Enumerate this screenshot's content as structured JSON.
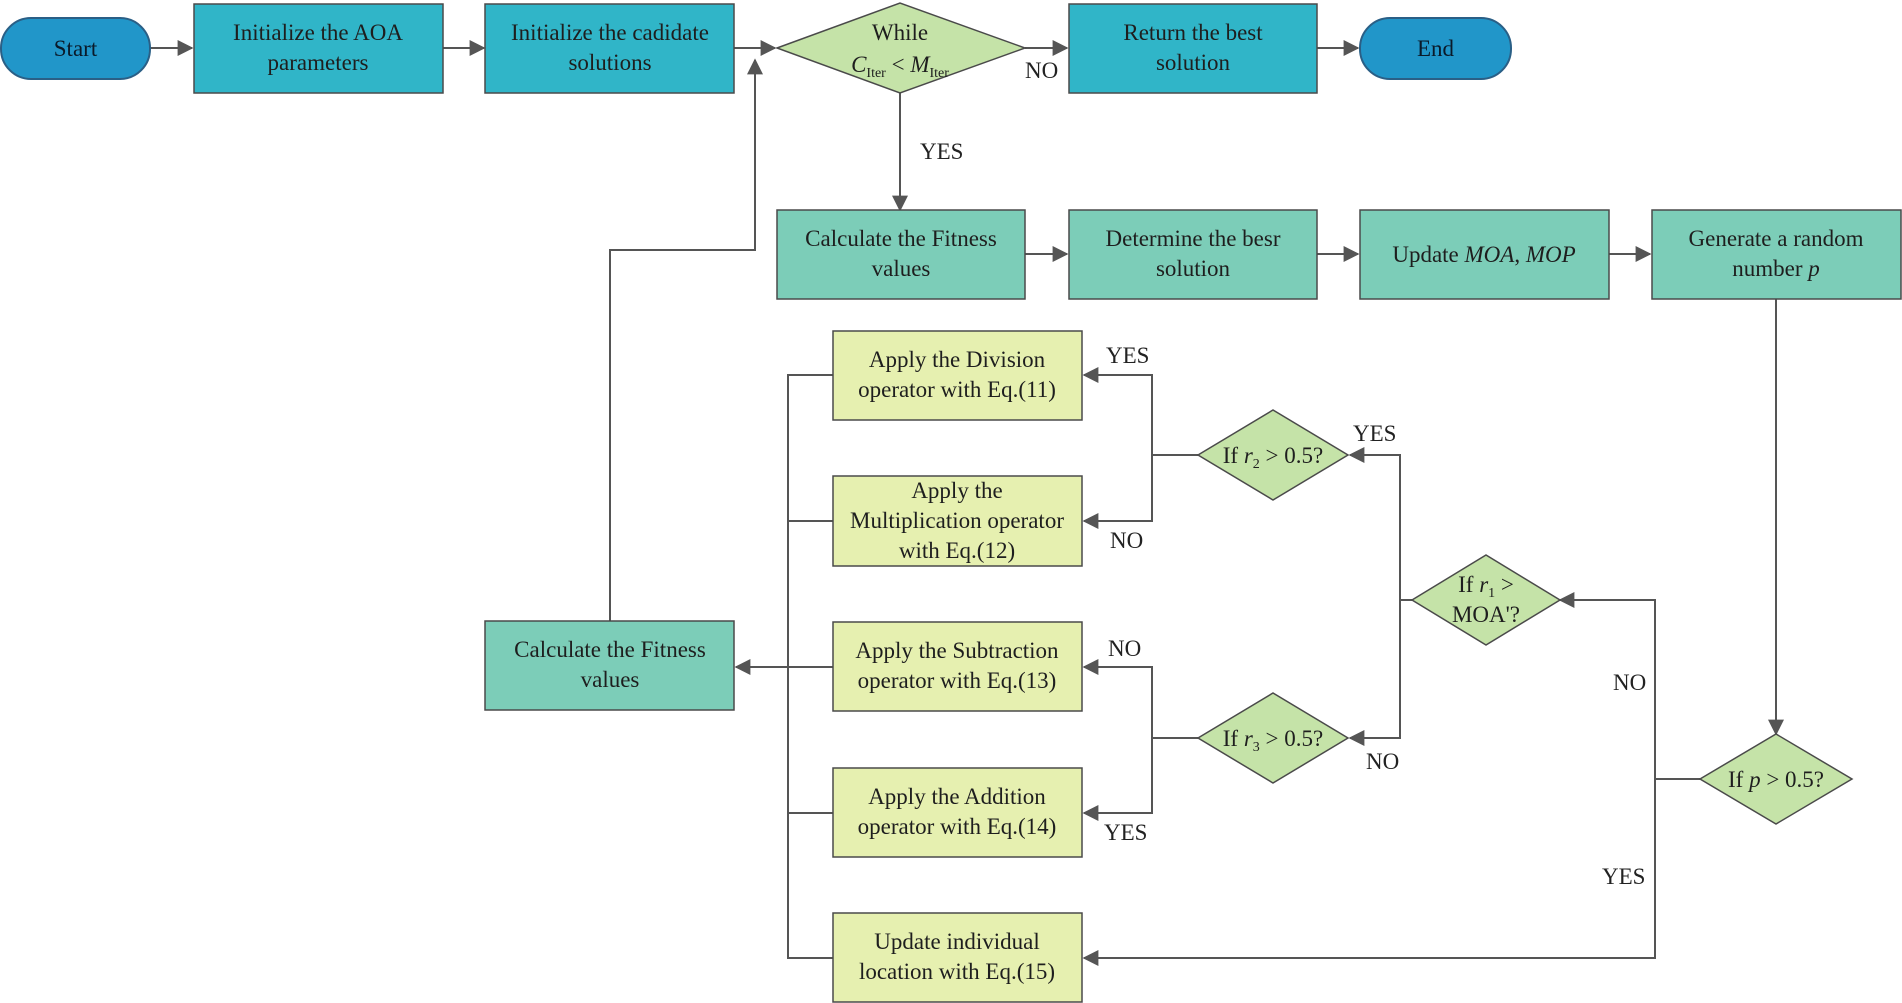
{
  "colors": {
    "terminal": "#2196c9",
    "terminal_stroke": "#2a5f86",
    "init_box": "#30b5c8",
    "calc_box": "#7ccdb8",
    "op_box": "#e6f0b0",
    "decision": "#c5e3a8",
    "stroke": "#4a4a4a",
    "edge": "#555555"
  },
  "nodes": {
    "start": {
      "lines": [
        "Start"
      ]
    },
    "init_aoa": {
      "lines": [
        "Initialize the AOA",
        "parameters"
      ]
    },
    "init_solutions": {
      "lines": [
        "Initialize the cadidate",
        "solutions"
      ]
    },
    "while": {
      "line1": "While",
      "c": "C",
      "c_sub": "Iter",
      "op": " < ",
      "m": "M",
      "m_sub": "Iter"
    },
    "return_best": {
      "lines": [
        "Return the best",
        "solution"
      ]
    },
    "end": {
      "lines": [
        "End"
      ]
    },
    "calc_fitness_top": {
      "lines": [
        "Calculate the Fitness",
        "values"
      ]
    },
    "determine_best": {
      "lines": [
        "Determine the besr",
        "solution"
      ]
    },
    "update_moa": {
      "prefix": "Update ",
      "moa": "MOA",
      "sep": ", ",
      "mop": "MOP"
    },
    "gen_random": {
      "line1": "Generate a random",
      "line2_prefix": "number ",
      "p": "p"
    },
    "division": {
      "lines": [
        "Apply the Division",
        "operator with Eq.(11)"
      ]
    },
    "multiplication": {
      "lines": [
        "Apply the",
        "Multiplication operator",
        "with Eq.(12)"
      ]
    },
    "subtraction": {
      "lines": [
        "Apply the Subtraction",
        "operator with Eq.(13)"
      ]
    },
    "addition": {
      "lines": [
        "Apply the Addition",
        "operator with Eq.(14)"
      ]
    },
    "update_location": {
      "lines": [
        "Update individual",
        "location with Eq.(15)"
      ]
    },
    "calc_fitness_bottom": {
      "lines": [
        "Calculate the Fitness",
        "values"
      ]
    },
    "if_r2": {
      "prefix": "If ",
      "r": "r",
      "sub": "2",
      "suffix": " > 0.5?"
    },
    "if_r3": {
      "prefix": "If ",
      "r": "r",
      "sub": "3",
      "suffix": " > 0.5?"
    },
    "if_r1": {
      "prefix": "If ",
      "r": "r",
      "sub": "1",
      "suffix": " >",
      "line2": "MOA'?"
    },
    "if_p": {
      "prefix": "If ",
      "p": "p",
      "suffix": " > 0.5?"
    }
  },
  "edge_labels": {
    "while_no": "NO",
    "while_yes": "YES",
    "r2_yes": "YES",
    "r2_no": "NO",
    "r1_yes": "YES",
    "r1_no": "NO",
    "r3_no": "NO",
    "r3_yes": "YES",
    "p_no": "NO",
    "p_yes": "YES"
  }
}
